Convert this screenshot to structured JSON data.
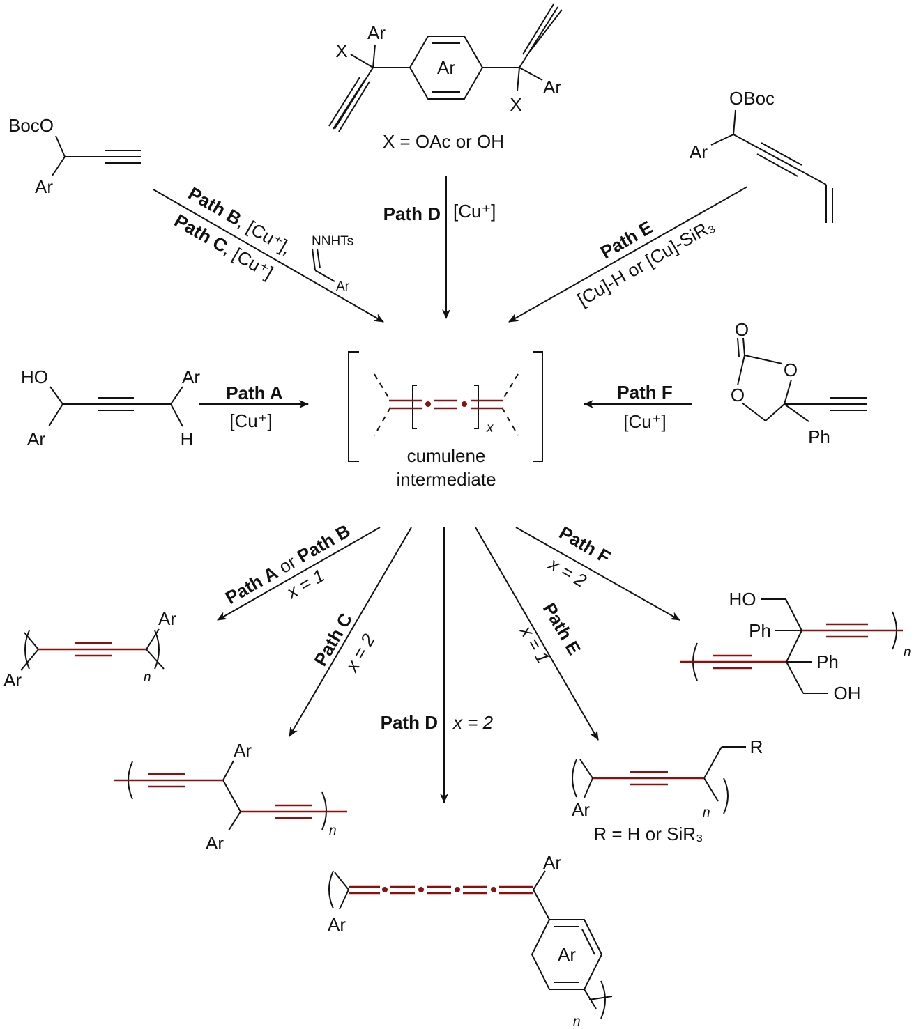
{
  "colors": {
    "bond": "#111111",
    "highlight": "#8b1010"
  },
  "top_center": {
    "ar_ring": "Ar",
    "ar_left": "Ar",
    "ar_right": "Ar",
    "x_left": "X",
    "x_right": "X",
    "caption": "X = OAc or OH"
  },
  "top_left": {
    "boco": "BocO",
    "ar": "Ar"
  },
  "top_right": {
    "oboc": "OBoc",
    "ar": "Ar"
  },
  "hydrazone": {
    "nnhts": "NNHTs",
    "ar": "Ar"
  },
  "path_bc": {
    "line1_bold": "Path B",
    "line1_rest": ", [Cu⁺],",
    "line2_bold": "Path C",
    "line2_rest": ", [Cu⁺]"
  },
  "path_d_top": {
    "bold": "Path D",
    "rest": "[Cu⁺]"
  },
  "path_e_top": {
    "bold": "Path E",
    "rest": "[Cu]-H or [Cu]-SiR₃"
  },
  "mid_left": {
    "ho": "HO",
    "ar_top": "Ar",
    "ar_bottom": "Ar",
    "h": "H"
  },
  "path_a": {
    "bold": "Path A",
    "rest": "[Cu⁺]"
  },
  "path_f": {
    "bold": "Path F",
    "rest": "[Cu⁺]"
  },
  "carbonate": {
    "o_carbonyl": "O",
    "o_ring1": "O",
    "o_ring2": "O",
    "ph": "Ph"
  },
  "intermediate": {
    "subscript": "x",
    "label1": "cumulene",
    "label2": "intermediate"
  },
  "arrows_bottom": {
    "ab": {
      "bold1": "Path A",
      "mid": " or ",
      "bold2": "Path B",
      "cond": "x = 1"
    },
    "c": {
      "bold": "Path C",
      "cond": "x = 2"
    },
    "d": {
      "bold": "Path D",
      "cond": "x = 2"
    },
    "e": {
      "bold": "Path E",
      "cond": "x = 1"
    },
    "f": {
      "bold": "Path F",
      "cond": "x = 2"
    }
  },
  "product_a": {
    "ar_top": "Ar",
    "ar_bottom": "Ar",
    "n": "n"
  },
  "product_c": {
    "ar_top": "Ar",
    "ar_bottom": "Ar",
    "n": "n"
  },
  "product_d": {
    "ar_top": "Ar",
    "ar_left": "Ar",
    "ar_ring": "Ar",
    "n": "n"
  },
  "product_e": {
    "r": "R",
    "ar": "Ar",
    "n": "n",
    "caption": "R = H or SiR₃"
  },
  "product_f": {
    "ho": "HO",
    "ph_top": "Ph",
    "ph_bottom": "Ph",
    "oh": "OH",
    "n": "n"
  }
}
